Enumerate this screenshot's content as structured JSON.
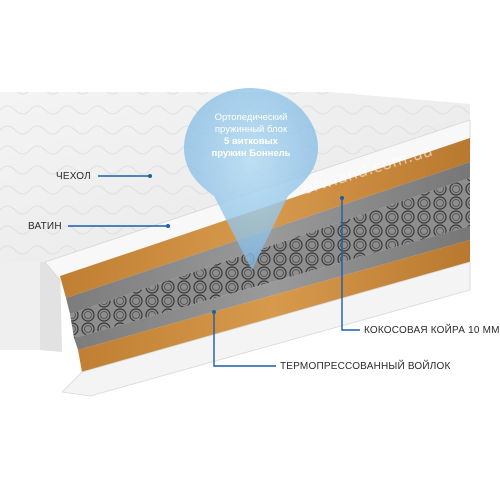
{
  "callout": {
    "line1": "Ортопедический",
    "line2": "пружинный блок",
    "line3": "5 витковых",
    "line4": "пружин Боннель"
  },
  "labels": {
    "cover": "ЧЕХОЛ",
    "batting": "ВАТИН",
    "coconut": "КОКОСОВАЯ КОЙРА 10 ММ",
    "felt": "ТЕРМОПРЕССОВАННЫЙ ВОЙЛОК"
  },
  "watermark": "orwland.com.ua",
  "colors": {
    "accent": "#1b5fa8",
    "coconut": "#c98a3c",
    "felt": "#8b8b8b",
    "bubble": "#8fc4e8"
  }
}
